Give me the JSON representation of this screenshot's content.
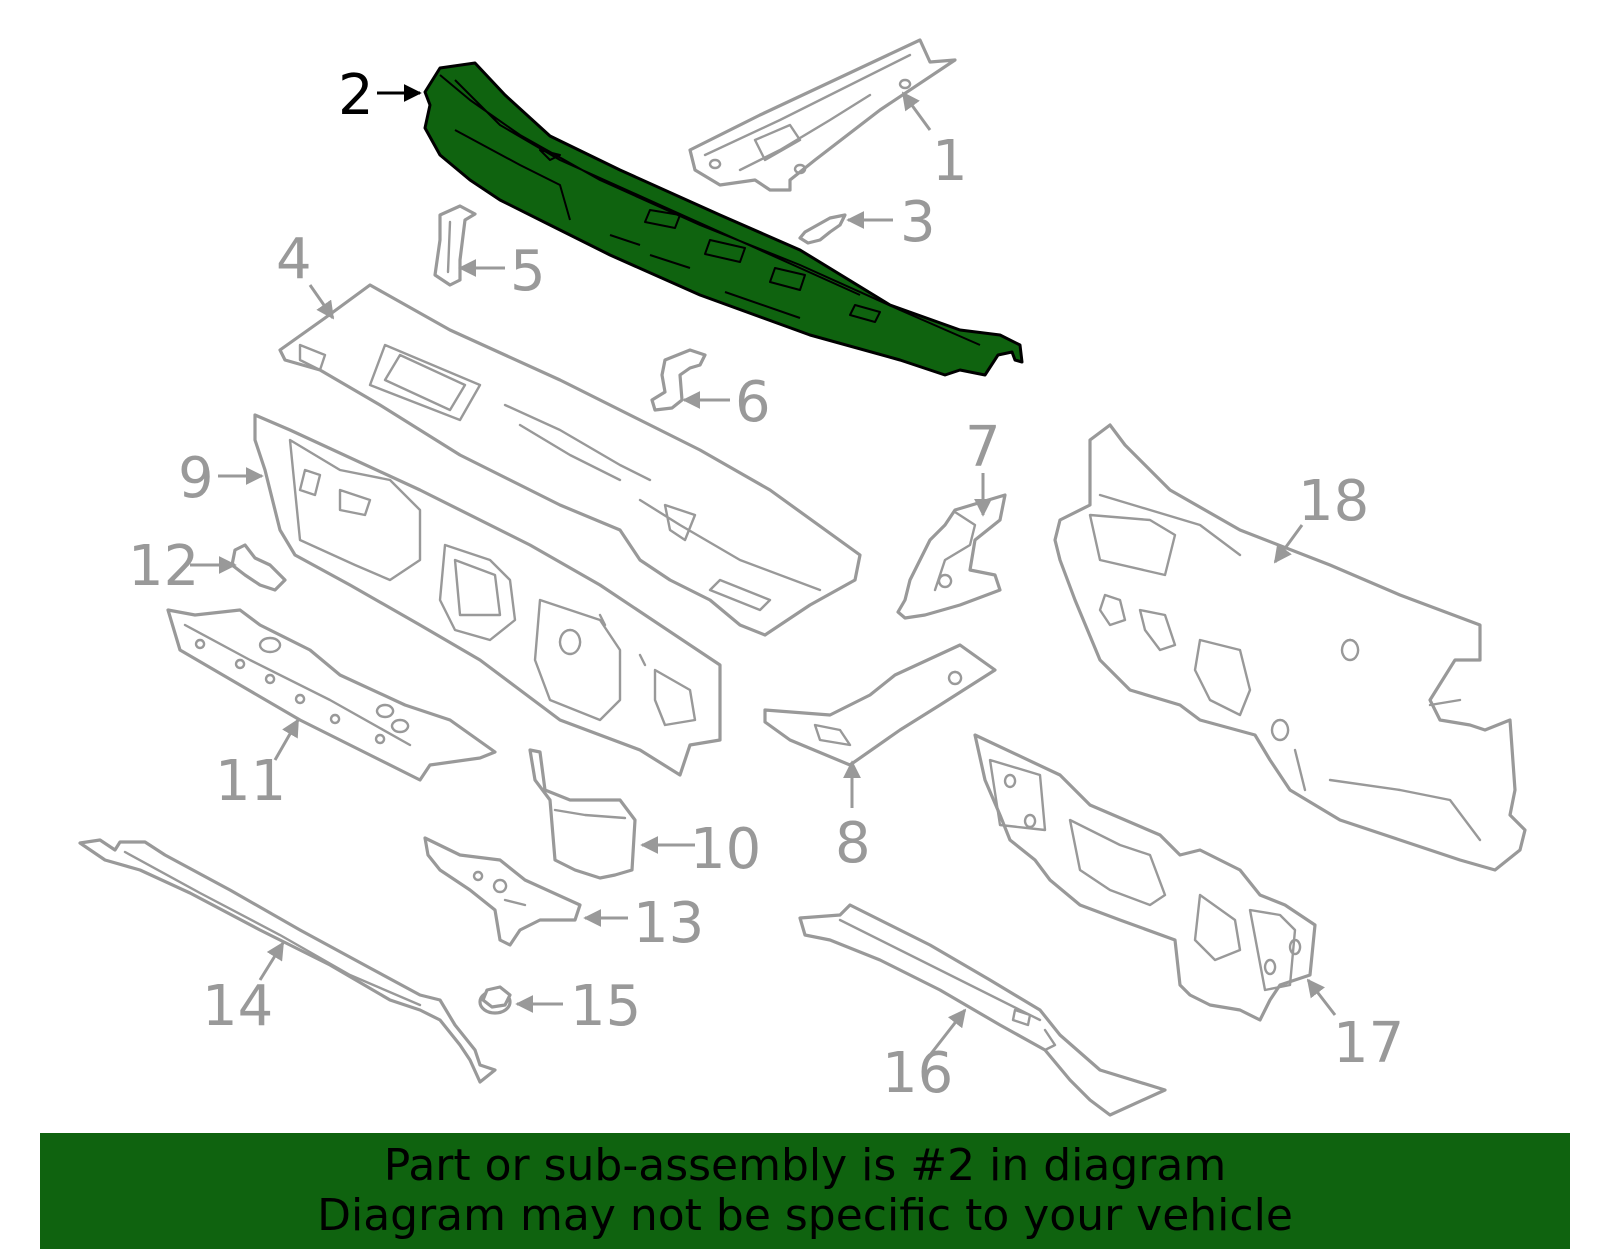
{
  "diagram": {
    "highlighted_part": "2",
    "highlight_color": "#0f630f",
    "line_color": "#999999",
    "callouts": [
      "1",
      "2",
      "3",
      "4",
      "5",
      "6",
      "7",
      "8",
      "9",
      "10",
      "11",
      "12",
      "13",
      "14",
      "15",
      "16",
      "17",
      "18"
    ]
  },
  "banner": {
    "background": "#0f630f",
    "line1": "Part or sub-assembly is #2 in diagram",
    "line2": "Diagram may not be specific to your vehicle"
  }
}
